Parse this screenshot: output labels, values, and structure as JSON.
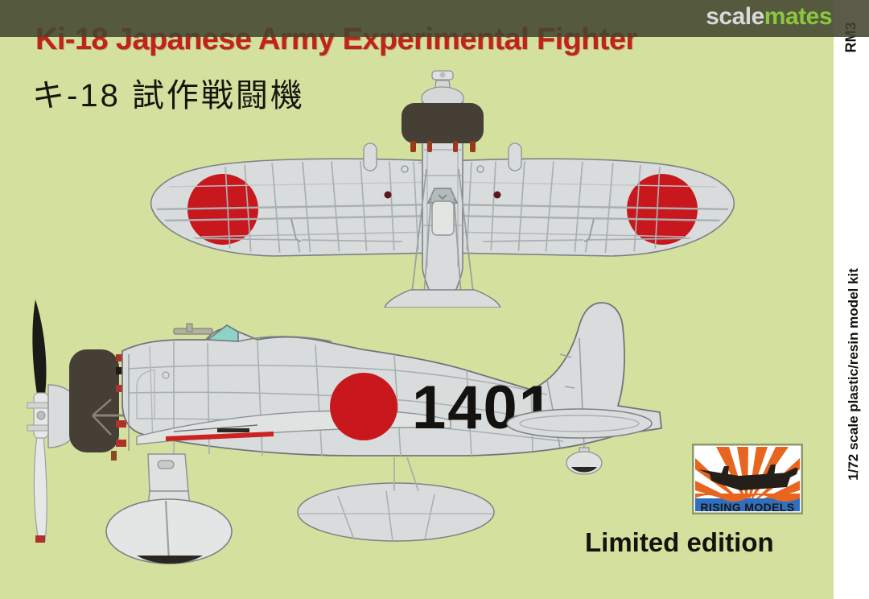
{
  "box": {
    "background_color": "#d4e09e",
    "margin_color": "#ffffff"
  },
  "header": {
    "title_en": "Ki-18 Japanese Army Experimental Fighter",
    "title_jp": "キ-18 試作戦闘機",
    "title_color": "#c0221c"
  },
  "watermark": {
    "bar_color": "#434530",
    "text_part1": "scale",
    "text_part2": "mates",
    "color1": "#d9d9d9",
    "color2": "#8dc63f"
  },
  "side_margin": {
    "scale_text": "1/72 scale plastic/resin  model kit",
    "catalog_number": "RM3"
  },
  "footer": {
    "limited_edition": "Limited edition",
    "brand_name": "RISING MODELS"
  },
  "logo": {
    "sun_ray_color": "#e8651f",
    "sky_color": "#ffffff",
    "sea_color": "#2f6fc0",
    "aircraft_color": "#241f18",
    "frame_color": "#8a9a6a"
  },
  "artwork": {
    "aircraft_name": "Ki-18",
    "fuselage_code": "1401",
    "airframe_color": "#d9dcdd",
    "airframe_shadow": "#c2c7c8",
    "panel_line_color": "#a9b0b1",
    "outline_color": "#6f7678",
    "cowling_color": "#453f35",
    "hinomaru_color": "#c9181d",
    "trailing_edge_stripe": "#a3282a",
    "canopy_glass_color": "#8fd3c8",
    "propeller_dark": "#1b1a16",
    "tire_color": "#2a2620",
    "views": [
      {
        "name": "plan-view-top",
        "description": "top plan view, wings with two hinomaru roundels"
      },
      {
        "name": "side-view",
        "description": "port side profile with fuselage code 1401 and hinomaru"
      }
    ]
  }
}
